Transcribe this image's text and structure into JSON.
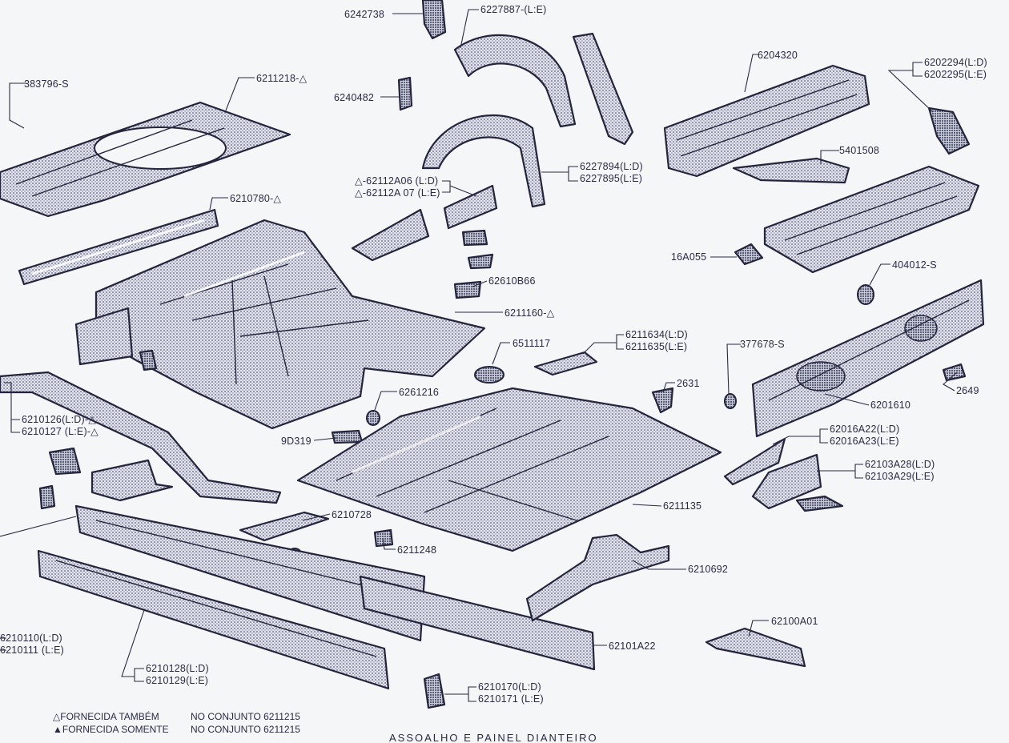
{
  "title": "ASSOALHO  E  PAINEL  DIANTEIRO",
  "legend": [
    {
      "symbol": "△",
      "text": "FORNECIDA  TAMBÉM",
      "note": "NO  CONJUNTO  6211215"
    },
    {
      "symbol": "▲",
      "text": "FORNECIDA  SOMENTE",
      "note": "NO  CONJUNTO  6211215"
    }
  ],
  "labels": [
    {
      "id": "p6242738",
      "lines": [
        "6242738"
      ]
    },
    {
      "id": "p6227887",
      "lines": [
        "6227887-(L:E)"
      ]
    },
    {
      "id": "p6204320",
      "lines": [
        "6204320"
      ]
    },
    {
      "id": "p6202294",
      "lines": [
        "6202294(L:D)",
        "6202295(L:E)"
      ]
    },
    {
      "id": "p383796",
      "lines": [
        "383796-S"
      ]
    },
    {
      "id": "p6211218",
      "lines": [
        "6211218-△"
      ]
    },
    {
      "id": "p6240482",
      "lines": [
        "6240482"
      ]
    },
    {
      "id": "p5401508",
      "lines": [
        "5401508"
      ]
    },
    {
      "id": "p6227894",
      "lines": [
        "6227894(L:D)",
        "6227895(L:E)"
      ]
    },
    {
      "id": "p62112A06",
      "lines": [
        "△-62112A06 (L:D)",
        "△-62112A 07 (L:E)"
      ]
    },
    {
      "id": "p6210780",
      "lines": [
        "6210780-△"
      ]
    },
    {
      "id": "p16A055",
      "lines": [
        "16A055"
      ]
    },
    {
      "id": "p404012",
      "lines": [
        "404012-S"
      ]
    },
    {
      "id": "p62610B66",
      "lines": [
        "62610B66"
      ]
    },
    {
      "id": "p6211160",
      "lines": [
        "6211160-△"
      ]
    },
    {
      "id": "p6511117",
      "lines": [
        "6511117"
      ]
    },
    {
      "id": "p6211634",
      "lines": [
        "6211634(L:D)",
        "6211635(L:E)"
      ]
    },
    {
      "id": "p377678",
      "lines": [
        "377678-S"
      ]
    },
    {
      "id": "p2631",
      "lines": [
        "2631"
      ]
    },
    {
      "id": "p2649",
      "lines": [
        "2649"
      ]
    },
    {
      "id": "p6261216",
      "lines": [
        "6261216"
      ]
    },
    {
      "id": "p6201610",
      "lines": [
        "6201610"
      ]
    },
    {
      "id": "p6210126",
      "lines": [
        "6210126(L:D)-△",
        "6210127 (L:E)-△"
      ]
    },
    {
      "id": "p9D319",
      "lines": [
        "9D319"
      ]
    },
    {
      "id": "p62016A22",
      "lines": [
        "62016A22(L:D)",
        "62016A23(L:E)"
      ]
    },
    {
      "id": "p62103A28",
      "lines": [
        "62103A28(L:D)",
        "62103A29(L:E)"
      ]
    },
    {
      "id": "p6211135",
      "lines": [
        "6211135"
      ]
    },
    {
      "id": "p6210728",
      "lines": [
        "6210728"
      ]
    },
    {
      "id": "p6211248",
      "lines": [
        "6211248"
      ]
    },
    {
      "id": "p6210692",
      "lines": [
        "6210692"
      ]
    },
    {
      "id": "p62100A01",
      "lines": [
        "62100A01"
      ]
    },
    {
      "id": "p6210110",
      "lines": [
        "6210110(L:D)",
        "6210111 (L:E)"
      ]
    },
    {
      "id": "p62101A22",
      "lines": [
        "62101A22"
      ]
    },
    {
      "id": "p6210128",
      "lines": [
        "6210128(L:D)",
        "6210129(L:E)"
      ]
    },
    {
      "id": "p6210170",
      "lines": [
        "6210170(L:D)",
        "6210171 (L:E)"
      ]
    }
  ]
}
